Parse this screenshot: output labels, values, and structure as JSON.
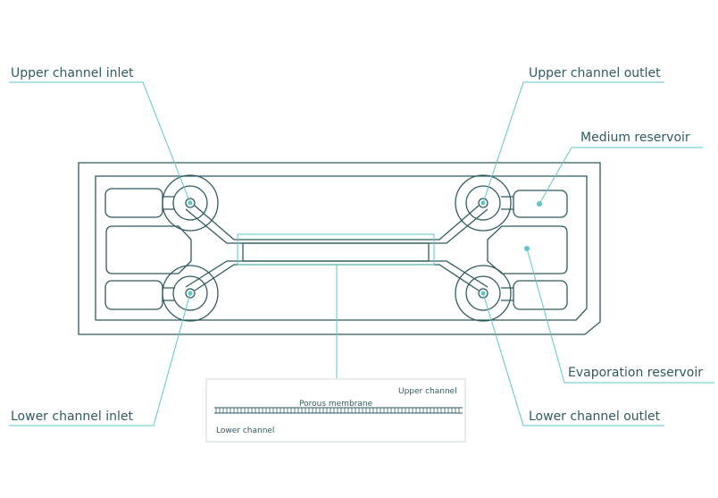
{
  "labels": {
    "upper_inlet": "Upper channel inlet",
    "upper_outlet": "Upper channel outlet",
    "medium_reservoir": "Medium reservoir",
    "evaporation_reservoir": "Evaporation reservoir",
    "lower_inlet": "Lower channel inlet",
    "lower_outlet": "Lower channel outlet"
  },
  "cross_section": {
    "upper_channel": "Upper channel",
    "porous_membrane": "Porous membrane",
    "lower_channel": "Lower channel"
  },
  "colors": {
    "chip_outline": "#2f5b62",
    "callout_lines": "#5ec6c8",
    "text": "#2f5b62"
  }
}
